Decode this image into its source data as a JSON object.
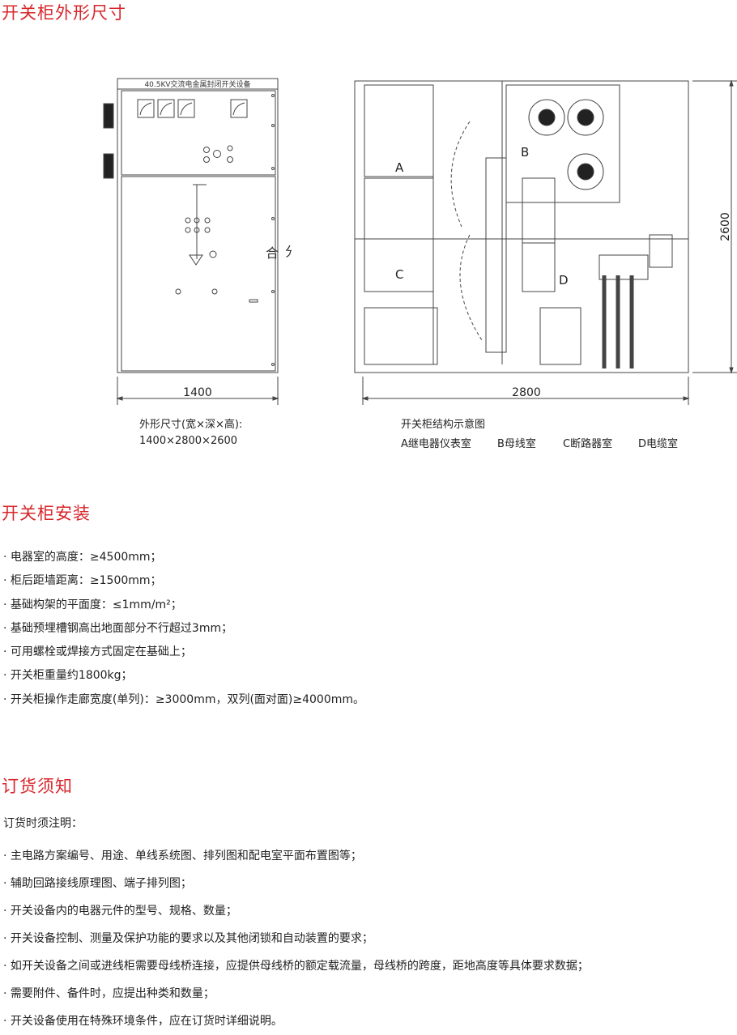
{
  "sections": {
    "dimensions_title": "开关柜外形尺寸",
    "install_title": "开关柜安装",
    "order_title": "订货须知"
  },
  "front_view": {
    "nameplate": "40.5KV交流电金属封闭开关设备",
    "close_label": "合",
    "open_label": "分",
    "width_dim": "1400"
  },
  "side_view": {
    "label_a": "A",
    "label_b": "B",
    "label_c": "C",
    "label_d": "D",
    "depth_dim": "2800",
    "height_dim": "2600"
  },
  "captions": {
    "size_title": "外形尺寸(宽×深×高):",
    "size_value": "1400×2800×2600",
    "structure_title": "开关柜结构示意图",
    "rooms": [
      "A继电器仪表室",
      "B母线室",
      "C断路器室",
      "D电缆室"
    ]
  },
  "install_items": [
    "电器室的高度：≥4500mm；",
    "柜后距墙距离：≥1500mm；",
    "基础构架的平面度：≤1mm/m²；",
    "基础预埋槽钢高出地面部分不行超过3mm；",
    "可用螺栓或焊接方式固定在基础上；",
    "开关柜重量约1800kg；",
    "开关柜操作走廊宽度(单列)：≥3000mm，双列(面对面)≥4000mm。"
  ],
  "order_intro": "订货时须注明：",
  "order_items": [
    "主电路方案编号、用途、单线系统图、排列图和配电室平面布置图等；",
    "辅助回路接线原理图、端子排列图；",
    "开关设备内的电器元件的型号、规格、数量；",
    "开关设备控制、测量及保护功能的要求以及其他闭锁和自动装置的要求；",
    "如开关设备之间或进线柜需要母线桥连接，应提供母线桥的额定载流量，母线桥的跨度，距地高度等具体要求数据；",
    "需要附件、备件时，应提出种类和数量；",
    "开关设备使用在特殊环境条件，应在订货时详细说明。"
  ]
}
